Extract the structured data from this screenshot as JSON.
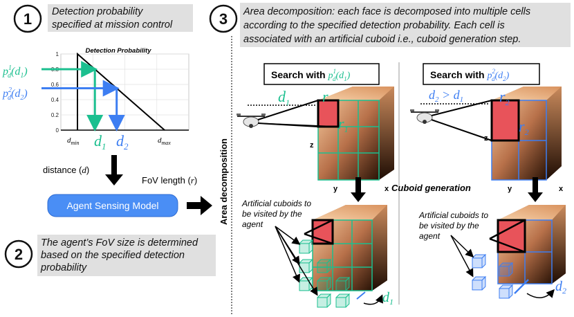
{
  "step1": {
    "number": "1",
    "caption_line1": "Detection probability",
    "caption_line2": "specified at mission control"
  },
  "step2": {
    "number": "2",
    "caption_line1": "The agent’s FoV size is determined",
    "caption_line2": "based on the specified detection",
    "caption_line3": "probability"
  },
  "step3": {
    "number": "3",
    "caption_line1": "Area decomposition: each face is decomposed into multiple cells",
    "caption_line2": "according to the specified detection probability. Each cell is",
    "caption_line3": "associated with an artificial cuboid i.e., cuboid generation step."
  },
  "chart_data": {
    "type": "line",
    "title": "Detection Probability",
    "yticks": [
      "0",
      "0.2",
      "0.4",
      "0.6",
      "0.8",
      "1"
    ],
    "ylim": [
      0,
      1
    ],
    "x_labels": {
      "dmin": "d",
      "dmin_sub": "min",
      "dmax": "d",
      "dmax_sub": "max",
      "d1": "d",
      "d1_sub": "1",
      "d2": "d",
      "d2_sub": "2"
    },
    "series": [
      {
        "points": [
          [
            0,
            0
          ],
          [
            0,
            1
          ],
          [
            1,
            0
          ]
        ]
      }
    ],
    "annotations": [
      {
        "label": "p",
        "sup": "1",
        "sub": "d",
        "arg": "(d",
        "arg_sub": "1",
        "close": ")",
        "color": "#1bbf8f",
        "y": 0.8
      },
      {
        "label": "p",
        "sup": "2",
        "sub": "d",
        "arg": "(d",
        "arg_sub": "2",
        "close": ")",
        "color": "#3d7ef2",
        "y": 0.55
      }
    ]
  },
  "flow": {
    "distance_label": "distance (",
    "distance_var": "d",
    "distance_close": ")",
    "fov_label": "FoV length (",
    "fov_var": "r",
    "fov_close": ")",
    "model_button": "Agent Sensing Model"
  },
  "area_decomposition_label": "Area decomposition",
  "cuboid_generation_label": "Cuboid generation",
  "search1": {
    "prefix": "Search with ",
    "p": "p",
    "sup": "1",
    "sub": "d",
    "arg": "(d",
    "arg_sub": "1",
    "close": ")"
  },
  "search2": {
    "prefix": "Search with ",
    "p": "p",
    "sup": "2",
    "sub": "d",
    "arg": "(d",
    "arg_sub": "2",
    "close": ")"
  },
  "left_panel": {
    "d_label": "d",
    "d_sub": "1",
    "r_label": "r",
    "r_sub": "1",
    "axis_z": "z",
    "axis_y": "y",
    "axis_x": "x",
    "artificial_line1": "Artificial cuboids to",
    "artificial_line2": "be visited by the",
    "artificial_line3": "agent",
    "bottom_d": "d",
    "bottom_d_sub": "1"
  },
  "right_panel": {
    "d_label": "d",
    "d_sub": "2",
    "gt": " > ",
    "d1": "d",
    "d1_sub": "1",
    "r_label": "r",
    "r_sub": "2",
    "axis_z": "z",
    "axis_y": "y",
    "axis_x": "x",
    "artificial_line1": "Artificial cuboids to",
    "artificial_line2": "be visited by the",
    "artificial_line3": "agent",
    "bottom_d": "d",
    "bottom_d_sub": "2"
  },
  "colors": {
    "green": "#1bbf8f",
    "blue": "#3d7ef2",
    "button": "#4a8ef5",
    "red_face": "#e8535a",
    "cube_light": "#f2c49a",
    "cube_dark": "#2a1306"
  }
}
